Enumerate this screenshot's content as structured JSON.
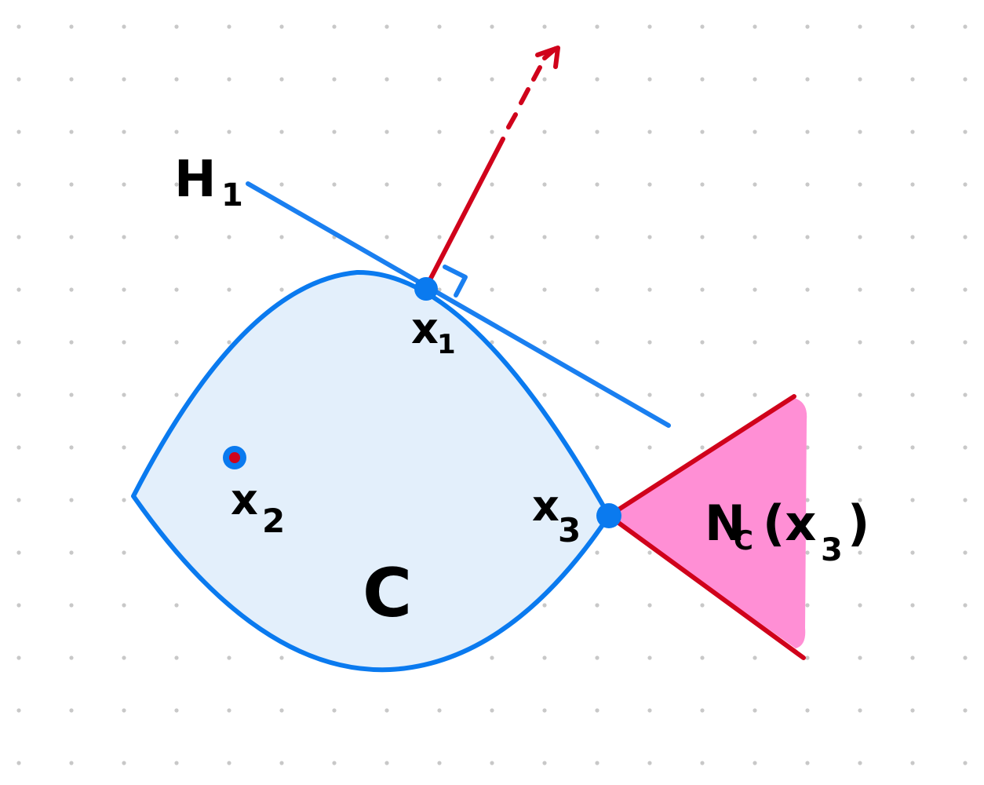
{
  "labels": {
    "hyperplane": "H",
    "hyperplane_sub": "1",
    "x1": "x",
    "x1_sub": "1",
    "x2": "x",
    "x2_sub": "2",
    "x3": "x",
    "x3_sub": "3",
    "set": "C",
    "normal_cone": "N",
    "normal_cone_sub": "C",
    "normal_cone_arg_open": "(x",
    "normal_cone_arg_sub": "3",
    "normal_cone_arg_close": ")"
  },
  "colors": {
    "set_fill": "#e3effb",
    "set_stroke": "#0a7aef",
    "hyperplane": "#1a7ff0",
    "normal": "#d0021b",
    "cone_fill": "#ff8fd5",
    "dot_grid": "#c8c8c8"
  }
}
